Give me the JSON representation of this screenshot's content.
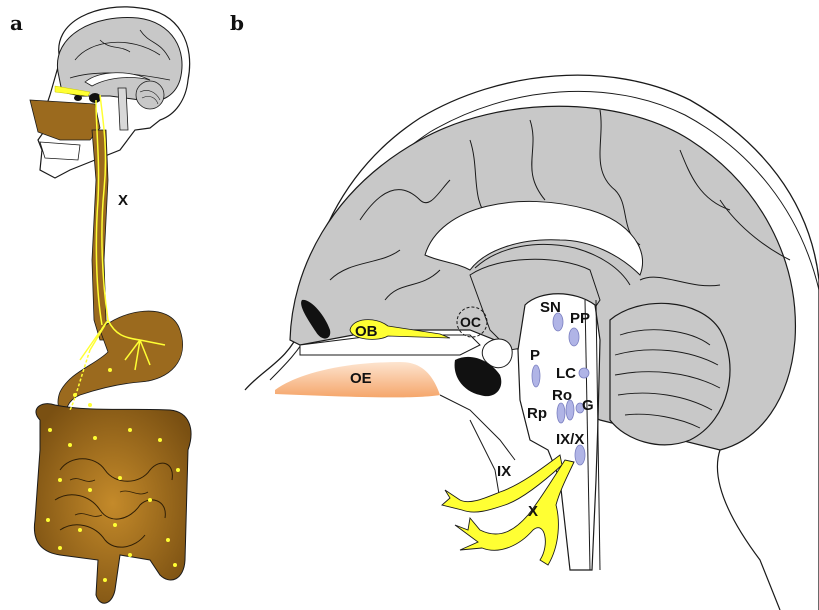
{
  "panels": [
    {
      "letter": "a"
    },
    {
      "letter": "b"
    }
  ],
  "panel_a_labels": {
    "vagus": "X"
  },
  "panel_b_labels": {
    "olfactory_bulb": "OB",
    "olfactory_epithelium": "OE",
    "optic_chiasm": "OC",
    "substantia_nigra": "SN",
    "pedunculopontine": "PP",
    "pons": "P",
    "locus_coeruleus": "LC",
    "raphe_obscurus": "Ro",
    "raphe_pallidus": "Rp",
    "gigantocellular": "G",
    "glossopharyngeal_vagus_nuclei": "IX/X",
    "glossopharyngeal_nerve": "IX",
    "vagus_nerve": "X"
  },
  "colors": {
    "brain_gray": "#c8c8c8",
    "outline": "#1a1a1a",
    "nerve_yellow": "#ffff33",
    "nucleus_blue": "#b0b4e6",
    "epithelium_orange": "#f5a66b",
    "gut_brown": "#9b6a1e"
  }
}
